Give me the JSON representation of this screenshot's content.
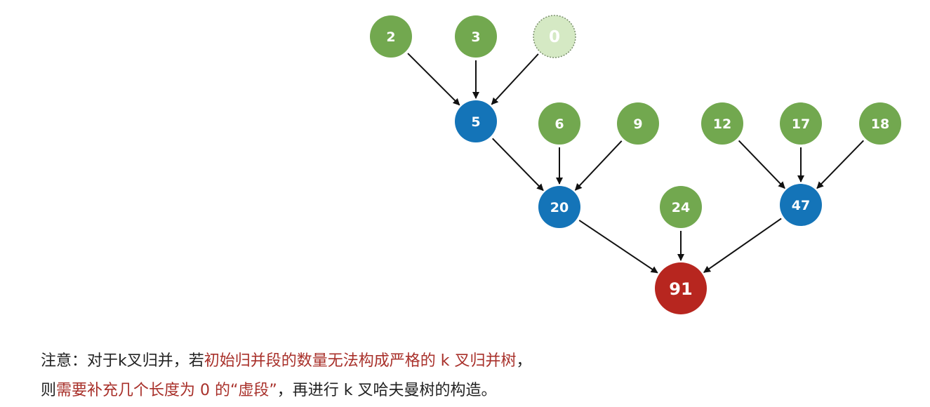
{
  "tree": {
    "colors": {
      "leaf": "#72a84f",
      "merge": "#1474b8",
      "root": "#b7261f",
      "virtual": "#d5e9c4",
      "edge": "#111111"
    },
    "nodes": [
      {
        "id": "n2",
        "label": "2",
        "kind": "leaf"
      },
      {
        "id": "n3",
        "label": "3",
        "kind": "leaf"
      },
      {
        "id": "n0",
        "label": "0",
        "kind": "virtual"
      },
      {
        "id": "n5",
        "label": "5",
        "kind": "merge"
      },
      {
        "id": "n6",
        "label": "6",
        "kind": "leaf"
      },
      {
        "id": "n9",
        "label": "9",
        "kind": "leaf"
      },
      {
        "id": "n12",
        "label": "12",
        "kind": "leaf"
      },
      {
        "id": "n17",
        "label": "17",
        "kind": "leaf"
      },
      {
        "id": "n18",
        "label": "18",
        "kind": "leaf"
      },
      {
        "id": "n20",
        "label": "20",
        "kind": "merge"
      },
      {
        "id": "n24",
        "label": "24",
        "kind": "leaf"
      },
      {
        "id": "n47",
        "label": "47",
        "kind": "merge"
      },
      {
        "id": "n91",
        "label": "91",
        "kind": "root"
      }
    ],
    "edges": [
      [
        "n2",
        "n5"
      ],
      [
        "n3",
        "n5"
      ],
      [
        "n0",
        "n5"
      ],
      [
        "n5",
        "n20"
      ],
      [
        "n6",
        "n20"
      ],
      [
        "n9",
        "n20"
      ],
      [
        "n12",
        "n47"
      ],
      [
        "n17",
        "n47"
      ],
      [
        "n18",
        "n47"
      ],
      [
        "n20",
        "n91"
      ],
      [
        "n24",
        "n91"
      ],
      [
        "n47",
        "n91"
      ]
    ]
  },
  "note": {
    "line1_a": "注意：对于k叉归并，若",
    "line1_b": "初始归并段的数量无法构成严格的 k 叉归并树",
    "line1_c": "，",
    "line2_a": "则",
    "line2_b": "需要补充几个长度为 0 的“虚段”",
    "line2_c": "，再进行 k 叉哈夫曼树的构造。"
  }
}
